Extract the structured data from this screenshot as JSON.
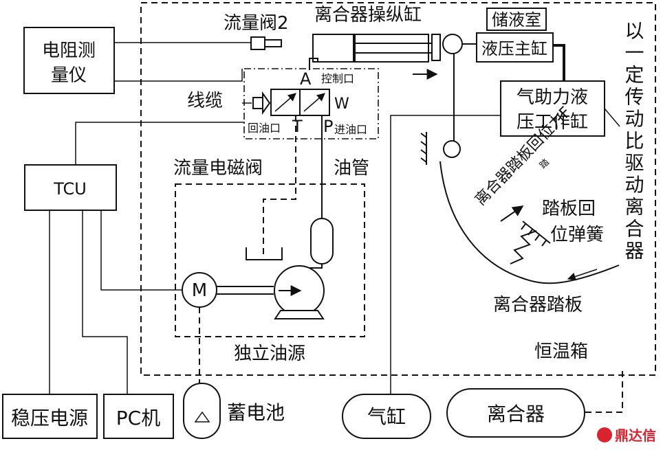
{
  "labels": {
    "resistance_meter_line1": "电阻测",
    "resistance_meter_line2": "量仪",
    "flow_valve_2": "流量阀2",
    "clutch_actuator_cylinder": "离合器操纵缸",
    "reservoir": "储液室",
    "hydraulic_master_cylinder": "液压主缸",
    "cable": "线缆",
    "port_a": "A",
    "control_port": "控制口",
    "port_w": "W",
    "return_port": "回油口",
    "port_t": "T",
    "port_p": "P",
    "inlet_port": "进油口",
    "booster_cylinder_line1": "气助力液",
    "booster_cylinder_line2": "压工作缸",
    "tcu": "TCU",
    "flow_solenoid_valve": "流量电磁阀",
    "oil_pipe": "油管",
    "pedal_return_force": "离合器踏板回位力F",
    "pedal_return_force_sub": "踏",
    "pedal_return_spring_line1": "踏板回",
    "pedal_return_spring_line2": "位弹簧",
    "clutch_pedal": "离合器踏板",
    "motor": "M",
    "independent_oil_source": "独立油源",
    "thermostat_chamber": "恒温箱",
    "side_note": "以一定传动比驱动离合器",
    "regulated_power": "稳压电源",
    "pc": "PC机",
    "battery": "蓄电池",
    "air_cylinder": "气缸",
    "clutch": "离合器",
    "watermark": "鼎达信"
  }
}
